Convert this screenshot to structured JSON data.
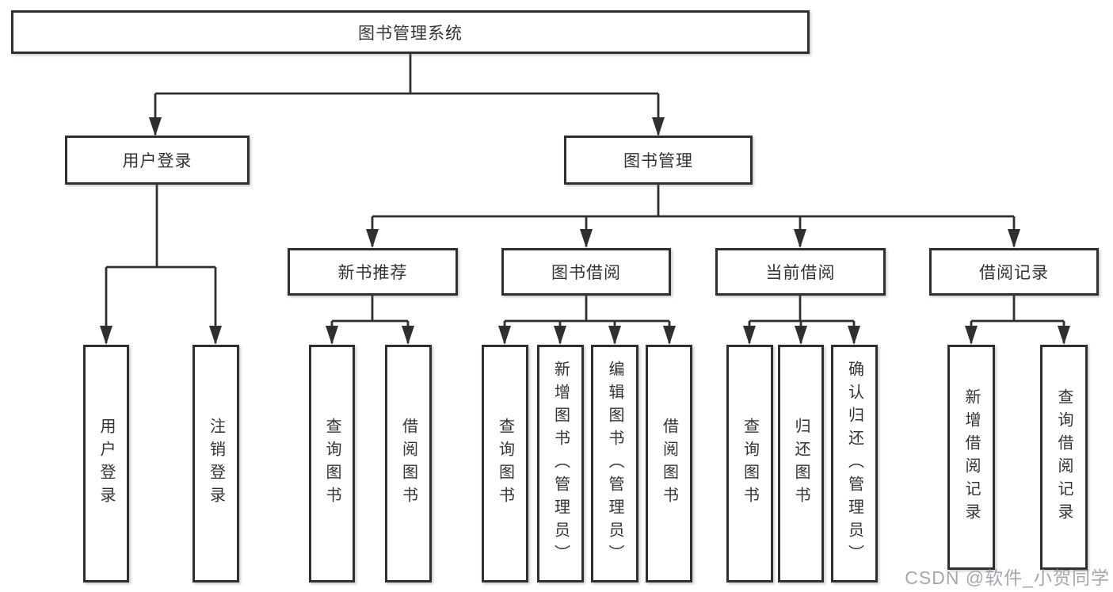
{
  "diagram": {
    "root": {
      "label": "图书管理系统"
    },
    "level2": [
      {
        "label": "用户登录"
      },
      {
        "label": "图书管理"
      }
    ],
    "level3": [
      {
        "label": "新书推荐"
      },
      {
        "label": "图书借阅"
      },
      {
        "label": "当前借阅"
      },
      {
        "label": "借阅记录"
      }
    ],
    "leaves": {
      "user_login": [
        {
          "label": "用户登录"
        },
        {
          "label": "注销登录"
        }
      ],
      "new_book": [
        {
          "label": "查询图书"
        },
        {
          "label": "借阅图书"
        }
      ],
      "book_borrow": [
        {
          "label": "查询图书"
        },
        {
          "label": "新增图书（管理员）"
        },
        {
          "label": "编辑图书（管理员）"
        },
        {
          "label": "借阅图书"
        }
      ],
      "current_borrow": [
        {
          "label": "查询图书"
        },
        {
          "label": "归还图书"
        },
        {
          "label": "确认归还（管理员）"
        }
      ],
      "borrow_records": [
        {
          "label": "新增借阅记录"
        },
        {
          "label": "查询借阅记录"
        }
      ]
    }
  },
  "watermark": {
    "text": "CSDN @软件_小贺同学"
  },
  "colors": {
    "line": "#2f2f2f",
    "box_border": "#2f2f2f",
    "box_fill": "#ffffff",
    "text": "#333333",
    "watermark": "#94989e",
    "background": "#ffffff"
  }
}
